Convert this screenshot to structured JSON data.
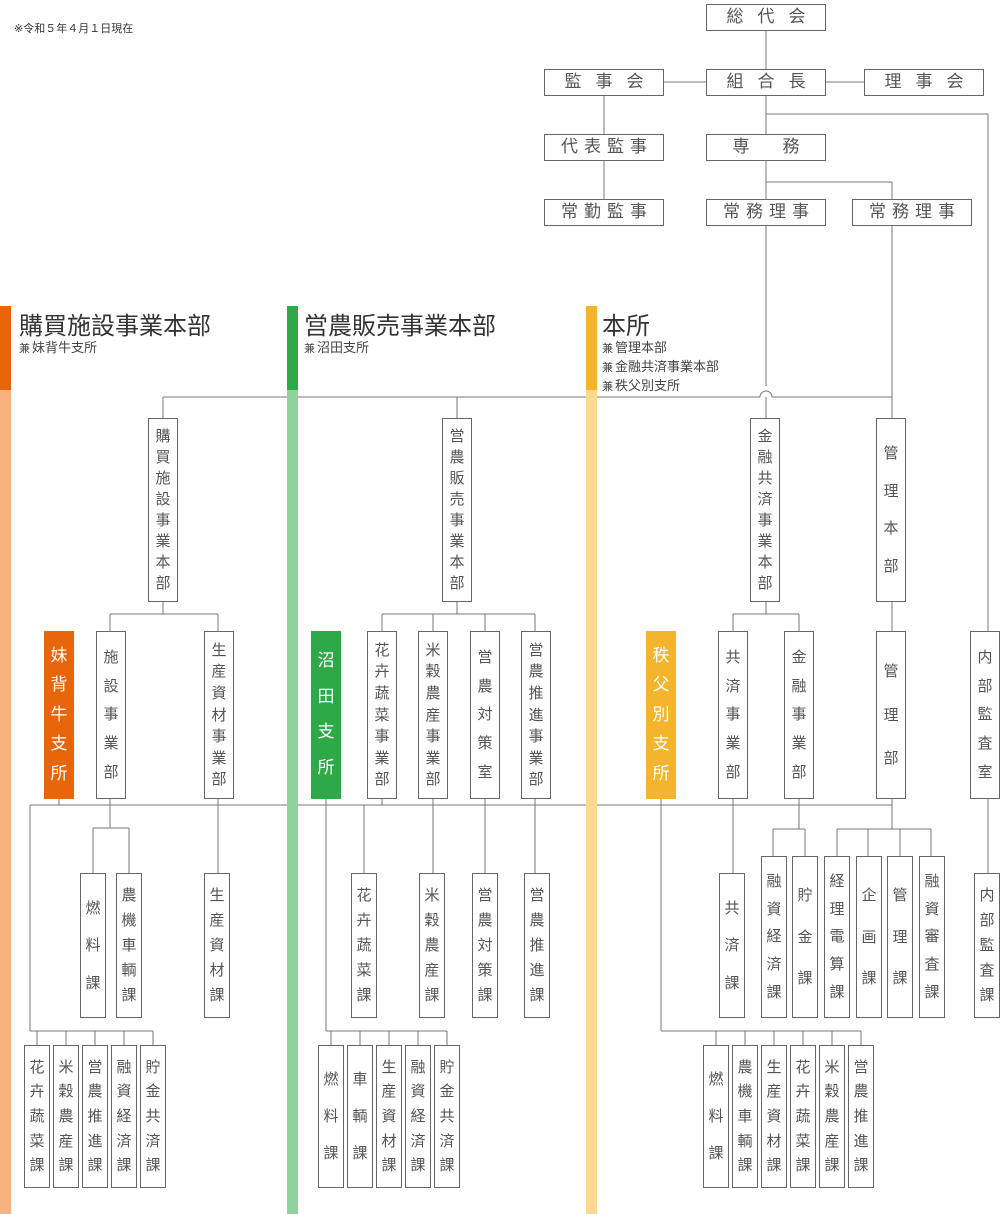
{
  "note": "※令和５年４月１日現在",
  "colors": {
    "orange": "#e8650a",
    "orange_light": "#f7b27e",
    "green": "#2fa947",
    "green_light": "#8fd39b",
    "yellow": "#f4b52c",
    "yellow_light": "#fbd98f",
    "line": "#777777"
  },
  "top": {
    "soudaikai": "総代会",
    "kanjikai": "監事会",
    "kumiaichou": "組合長",
    "rijikai": "理事会",
    "daihyo_kanji": "代表監事",
    "senmu": "専　務",
    "joukin_kanji": "常勤監事",
    "joumu_riji_1": "常務理事",
    "joumu_riji_2": "常務理事"
  },
  "headquarters": {
    "konyu": {
      "title": "購買施設事業本部",
      "kenmark": "兼",
      "sub": [
        "妹背牛支所"
      ]
    },
    "einou": {
      "title": "営農販売事業本部",
      "kenmark": "兼",
      "sub": [
        "沼田支所"
      ]
    },
    "honsho": {
      "title": "本所",
      "kenmark": "兼",
      "sub": [
        "管理本部",
        "金融共済事業本部",
        "秩父別支所"
      ]
    }
  },
  "level2": {
    "konyu_honbu": "購買施設事業本部",
    "einou_honbu": "営農販売事業本部",
    "kinyu_honbu": "金融共済事業本部",
    "kanri_honbu": "管理本部"
  },
  "level3": {
    "moseushi": "妹背牛支所",
    "shisetsu": "施設事業部",
    "seisan_shizai": "生産資材事業部",
    "numata": "沼田支所",
    "kaki_sosai": "花卉蔬菜事業部",
    "beikoku": "米穀農産事業部",
    "einou_taisaku": "営農対策室",
    "einou_suishin": "営農推進事業部",
    "chippubetsu": "秩父別支所",
    "kyosai_jigyo": "共済事業部",
    "kinyu_jigyo": "金融事業部",
    "kanribu": "管理部",
    "naibu_kansa": "内部監査室"
  },
  "level4": {
    "nenryo": "燃料課",
    "noki": "農機車輌課",
    "seisan_shizai_ka": "生産資材課",
    "kaki_ka": "花卉蔬菜課",
    "beikoku_ka": "米穀農産課",
    "einou_taisaku_ka": "営農対策課",
    "einou_suishin_ka": "営農推進課",
    "kyosai_ka": "共済課",
    "yushi_ka": "融資経済課",
    "chokin_ka": "貯金課",
    "keiri_ka": "経理電算課",
    "kikaku_ka": "企画課",
    "kanri_ka": "管理課",
    "yushi_shinsa_ka": "融資審査課",
    "naibu_kansa_ka": "内部監査課"
  },
  "branch_moseushi": [
    "花卉蔬菜課",
    "米穀農産課",
    "営農推進課",
    "融資経済課",
    "貯金共済課"
  ],
  "branch_numata": [
    "燃料課",
    "車輌課",
    "生産資材課",
    "融資経済課",
    "貯金共済課"
  ],
  "branch_chippubetsu": [
    "燃料課",
    "農機車輌課",
    "生産資材課",
    "花卉蔬菜課",
    "米穀農産課",
    "営農推進課"
  ]
}
